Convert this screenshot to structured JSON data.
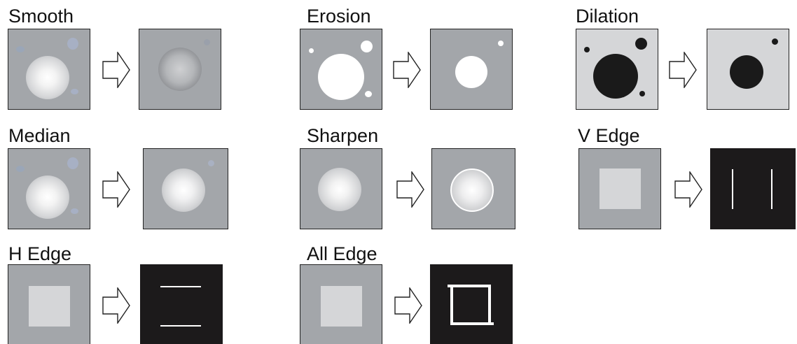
{
  "labels": {
    "smooth": "Smooth",
    "erosion": "Erosion",
    "dilation": "Dilation",
    "median": "Median",
    "sharpen": "Sharpen",
    "v_edge": "V Edge",
    "h_edge": "H Edge",
    "all_edge": "All Edge"
  },
  "colors": {
    "gray_bg": "#a3a6aa",
    "light_bg": "#d5d6d8",
    "black_bg": "#1c1a1b",
    "white": "#ffffff",
    "speck": "#9aa6b8",
    "dark_blob": "#1a1a1a"
  }
}
